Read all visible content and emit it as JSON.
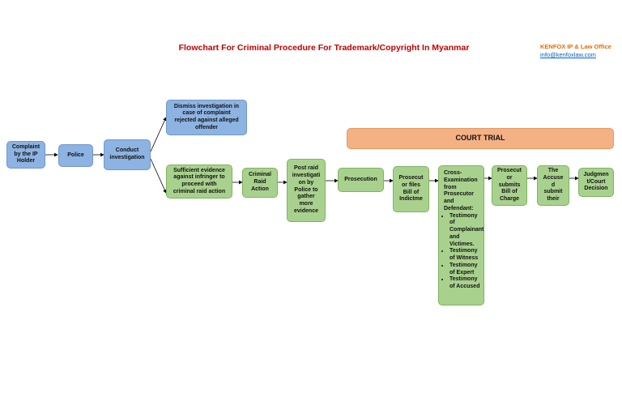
{
  "header": {
    "title": "Flowchart For Criminal Procedure For Trademark/Copyright In Myanmar",
    "firm": "KENFOX IP & Law Office",
    "email": "info@kenfoxlaw.com"
  },
  "court_trial": "COURT TRIAL",
  "nodes": {
    "complaint": [
      "Complaint",
      "by the IP",
      "Holder"
    ],
    "police": [
      "Police"
    ],
    "conduct": [
      "Conduct",
      "investigation"
    ],
    "dismiss": [
      "Dismiss investigation in",
      "case of complaint",
      "rejected against alleged",
      "offender"
    ],
    "sufficient": [
      "Sufficient evidence",
      "against infringer to",
      "proceed with",
      "criminal raid action"
    ],
    "raid": [
      "Criminal",
      "Raid",
      "Action"
    ],
    "postraid": [
      "Post raid",
      "investigati",
      "on by",
      "Police to",
      "gather",
      "more",
      "evidence"
    ],
    "prosecution": [
      "Prosecution"
    ],
    "indictment": [
      "Prosecut",
      "or files",
      "Bill of",
      "Indictme"
    ],
    "cross_exam": {
      "intro": [
        "Cross-",
        "Examination",
        "from",
        "Prosecutor",
        "and",
        "Defendant:"
      ],
      "bullets": [
        "Testimony of Complainant and Victimes.",
        "Testimony of Witness",
        "Testimony of Expert",
        "Testimony of Accused"
      ]
    },
    "charge": [
      "Prosecut",
      "or",
      "submits",
      "Bill of",
      "Charge"
    ],
    "accused": [
      "The",
      "Accuse",
      "d",
      "submit",
      "their"
    ],
    "judgment": [
      "Judgmen",
      "t/Court",
      "Decision"
    ]
  },
  "colors": {
    "title": "#c00000",
    "firm": "#e36c0a",
    "email": "#0563c1",
    "blue_box": "#8db3e2",
    "green_box": "#a9d18e",
    "court_trial": "#f4b183"
  }
}
